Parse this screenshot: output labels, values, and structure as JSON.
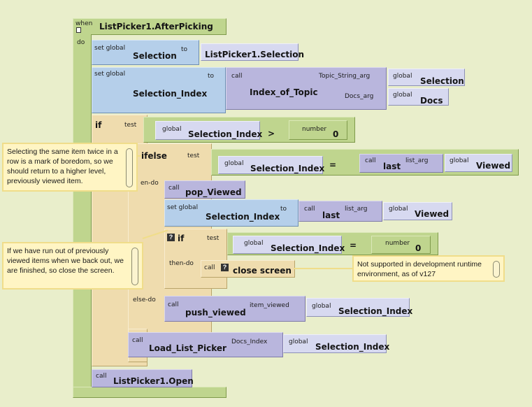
{
  "event": {
    "when": "when",
    "do": "do",
    "name": "ListPicker1.AfterPicking"
  },
  "set1": {
    "label": "set global",
    "var": "Selection",
    "to": "to",
    "value": "ListPicker1.Selection"
  },
  "set2": {
    "label": "set global",
    "var": "Selection_Index",
    "to": "to",
    "call": "call",
    "proc": "Index_of_Topic",
    "arg1": "Topic_String_arg",
    "arg1_global": "global",
    "arg1_val": "Selection",
    "arg2": "Docs_arg",
    "arg2_global": "global",
    "arg2_val": "Docs"
  },
  "if1": {
    "label": "if",
    "test": "test",
    "global": "global",
    "var": "Selection_Index",
    "op": ">",
    "num_label": "number",
    "num": "0"
  },
  "ifelse": {
    "label": "ifelse",
    "test": "test",
    "global": "global",
    "var": "Selection_Index",
    "op": "=",
    "call": "call",
    "proc": "last",
    "arg": "list_arg",
    "arg_global": "global",
    "arg_val": "Viewed",
    "then": "en-do",
    "else": "else-do"
  },
  "pop": {
    "call": "call",
    "name": "pop_Viewed"
  },
  "set3": {
    "label": "set global",
    "var": "Selection_Index",
    "to": "to",
    "call": "call",
    "proc": "last",
    "arg": "list_arg",
    "arg_global": "global",
    "arg_val": "Viewed"
  },
  "if2": {
    "q": "?",
    "label": "if",
    "test": "test",
    "global": "global",
    "var": "Selection_Index",
    "op": "=",
    "num_label": "number",
    "num": "0",
    "then": "then-do"
  },
  "close": {
    "call": "call",
    "q": "?",
    "name": "close screen"
  },
  "push": {
    "call": "call",
    "name": "push_viewed",
    "arg": "item_viewed",
    "global": "global",
    "val": "Selection_Index"
  },
  "load": {
    "call": "call",
    "name": "Load_List_Picker",
    "arg": "Docs_Index",
    "global": "global",
    "val": "Selection_Index"
  },
  "open": {
    "call": "call",
    "name": "ListPicker1.Open"
  },
  "comments": {
    "c1": "Selecting the same item twice in a row is a mark of boredom, so we should return to a higher level, previously viewed item.",
    "c2": "If we have run out of previously viewed items when we back out, we are finished, so close the screen.",
    "c3": "Not supported in development runtime environment, as of v127"
  }
}
